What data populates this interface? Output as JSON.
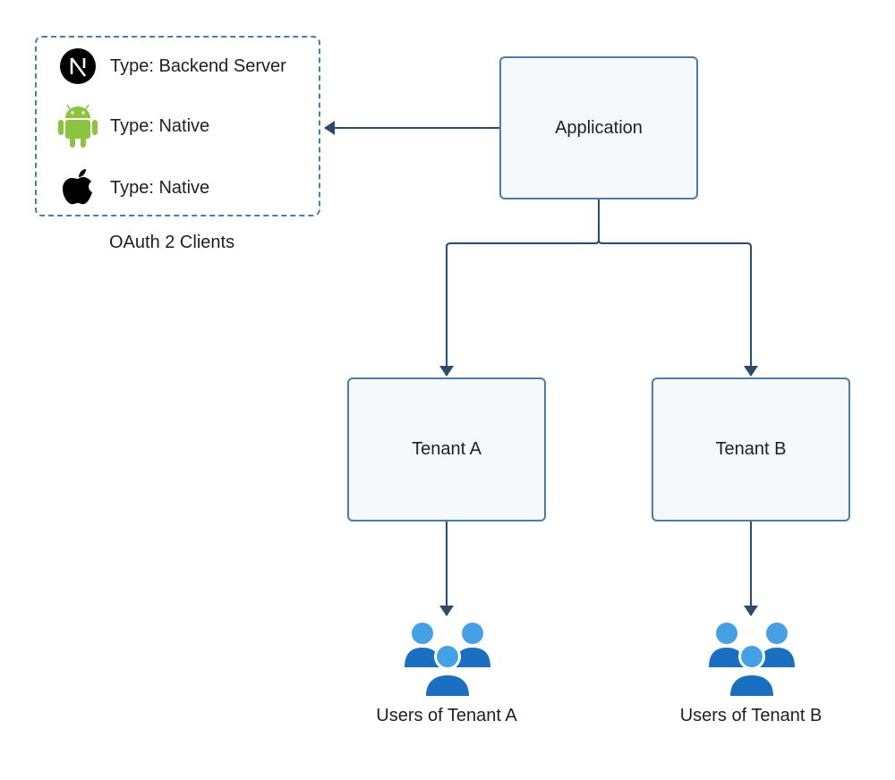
{
  "clients": {
    "caption": "OAuth 2 Clients",
    "items": [
      {
        "icon": "nextjs-icon",
        "label": "Type: Backend Server"
      },
      {
        "icon": "android-icon",
        "label": "Type: Native"
      },
      {
        "icon": "apple-icon",
        "label": "Type: Native"
      }
    ]
  },
  "nodes": {
    "application": "Application",
    "tenant_a": "Tenant A",
    "tenant_b": "Tenant B"
  },
  "users": {
    "tenant_a": "Users of Tenant A",
    "tenant_b": "Users of Tenant B"
  },
  "colors": {
    "node_border": "#4a7ea6",
    "node_fill": "#f5f9fc",
    "connector": "#2c4a6b",
    "android": "#8cc43f",
    "users_light": "#45a0e6",
    "users_dark": "#1a6fc0"
  }
}
